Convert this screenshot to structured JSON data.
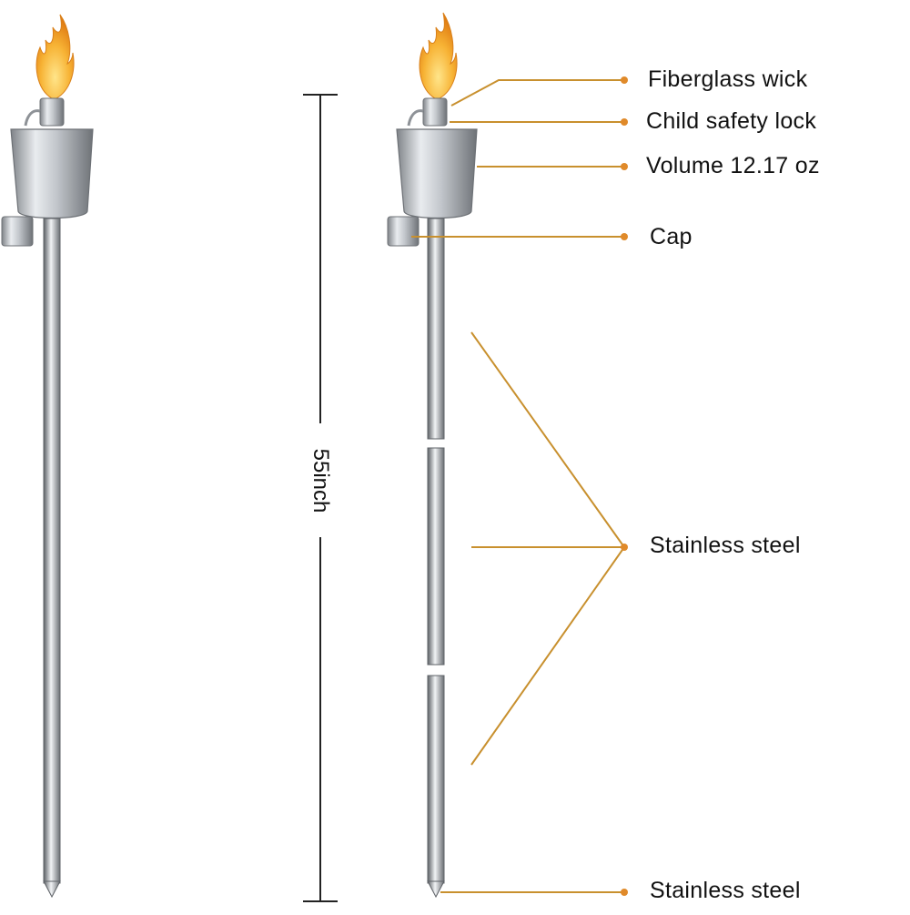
{
  "dimension": {
    "text": "55inch"
  },
  "callouts": {
    "wick": "Fiberglass wick",
    "lock": "Child safety lock",
    "volume": "Volume  12.17 oz",
    "cap": "Cap",
    "pole": "Stainless steel",
    "tip": "Stainless steel"
  },
  "colors": {
    "leader": "#C8902E",
    "dot": "#E08A2A",
    "metal": "#B9BDC2",
    "flame": "#F5A623",
    "text": "#111111"
  }
}
